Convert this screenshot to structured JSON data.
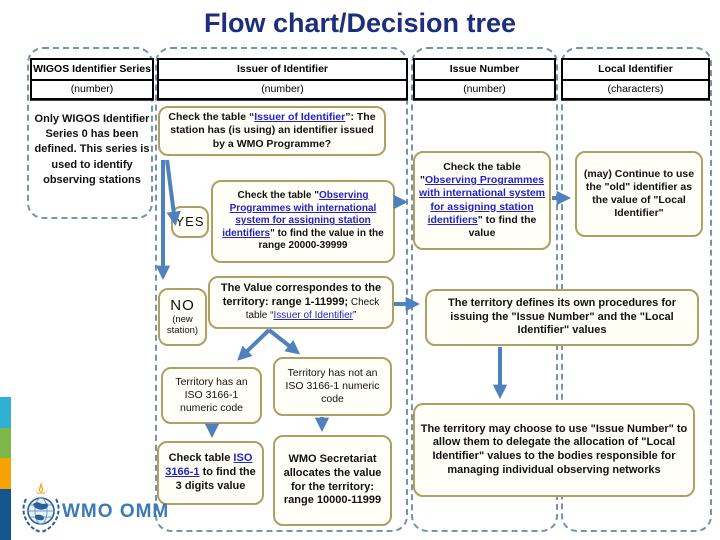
{
  "title": "Flow chart/Decision tree",
  "header_columns": [
    {
      "label": "WIGOS Identifier Series",
      "sub": "(number)"
    },
    {
      "label": "Issuer of Identifier",
      "sub": "(number)"
    },
    {
      "label": "Issue Number",
      "sub": "(number)"
    },
    {
      "label": "Local Identifier",
      "sub": "(characters)"
    }
  ],
  "col1_note": "Only WIGOS Identifier Series 0 has been defined. This series is used to identify observing stations",
  "flow": {
    "check_issuer": {
      "p1": "Check the table “",
      "link": "Issuer of Identifier",
      "p2": "”: The station has (is using) an identifier issued by a WMO Programme?"
    },
    "yes_label": "YES",
    "no_label": "NO",
    "no_sub": "(new station)",
    "observing_range": {
      "p1": "Check the table \"",
      "link": "Observing Programmes with international system for assigning station identifiers",
      "p2": "\" to find the value in the range 20000-39999"
    },
    "value_territory": {
      "p1": "The Value correspondes to the territory: range 1-11999;",
      "p2": " Check table “",
      "link": "Issuer of Identifier",
      "p3": "”"
    },
    "territory_has": "Territory has an ISO 3166-1 numeric code",
    "territory_has_not": "Territory has not an ISO 3166-1 numeric code",
    "check_iso": {
      "p1": "Check table ",
      "link": "ISO 3166-1",
      "p2": " to find the 3 digits value"
    },
    "wmo_secretariat": "WMO Secretariat allocates the value for the territory: range 10000-11999",
    "observing_value": {
      "p1": "Check the table \"",
      "link": "Observing Programmes with international system for assigning station identifiers",
      "p2": "\" to find the value"
    },
    "continue_old": "(may) Continue to use the \"old\" identifier as the value of \"Local Identifier\"",
    "territory_defines": "The territory defines its own procedures for issuing the \"Issue Number\" and the \"Local Identifier\" values",
    "may_choose": "The territory may choose to use \"Issue Number\" to allow them to delegate the allocation of \"Local Identifier\" values to the bodies responsible for managing individual observing networks"
  },
  "footer": {
    "logo_text": "WMO OMM"
  },
  "colors": {
    "title": "#1f2d7e",
    "box_border": "#ae9f64",
    "dashed_lane": "#7594ae",
    "arrow": "#4f81bd",
    "link": "#2323c8",
    "strip": [
      "#2fb0d4",
      "#7cb747",
      "#f6a200",
      "#13568e"
    ]
  }
}
